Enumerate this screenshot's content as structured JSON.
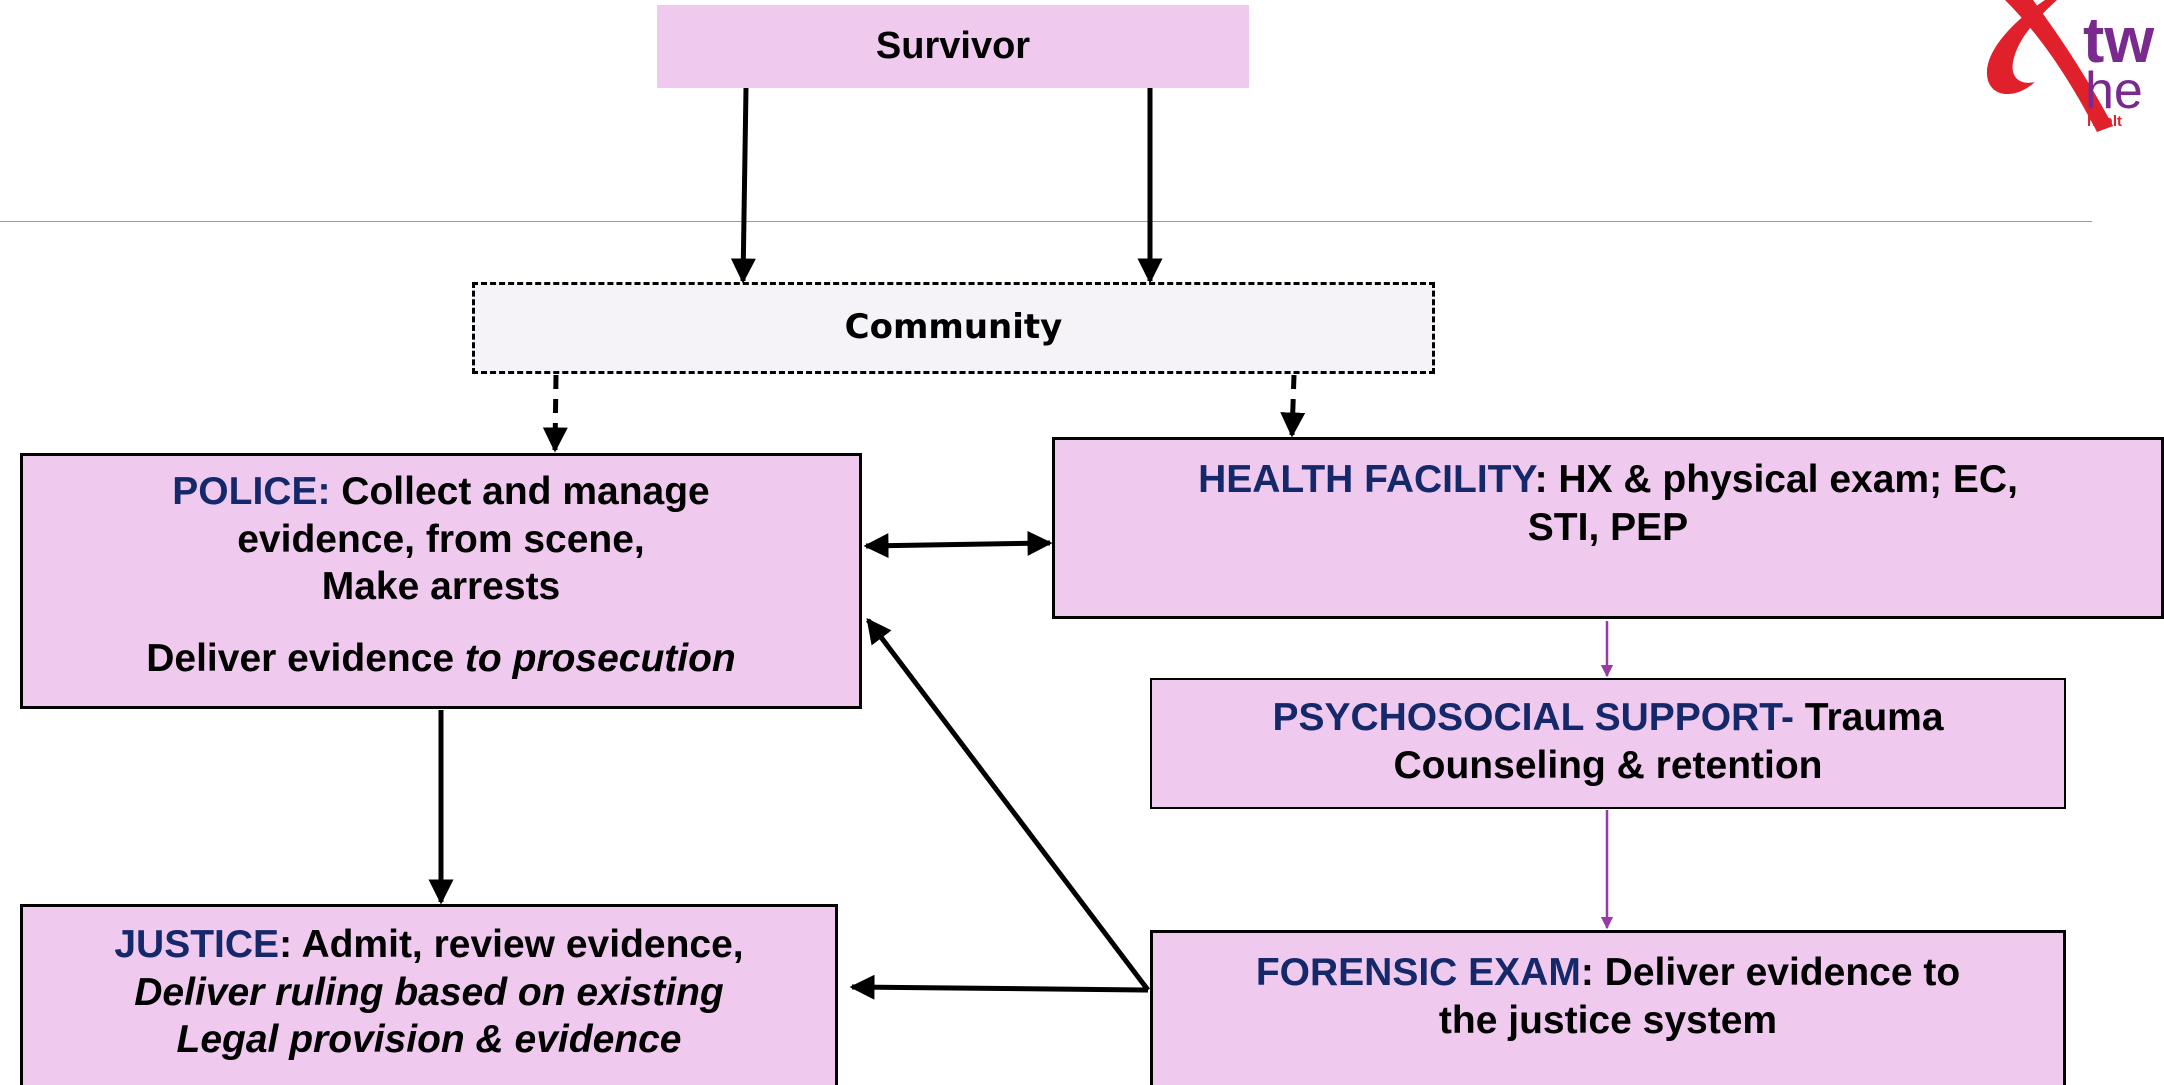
{
  "nodes": {
    "survivor": {
      "label": "Survivor"
    },
    "community": {
      "label": "Community"
    },
    "police": {
      "keyword": "POLICE:",
      "line1": " Collect and manage",
      "line2": "evidence,   from scene,",
      "line3": "Make arrests",
      "line4_plain": "Deliver evidence ",
      "line4_italic": "to prosecution"
    },
    "health": {
      "keyword": "HEALTH FACILITY",
      "line1": ": HX  & physical exam; EC,",
      "line2": "STI, PEP"
    },
    "psycho": {
      "keyword": "PSYCHOSOCIAL SUPPORT-",
      "line1": " Trauma",
      "line2": "Counseling & retention"
    },
    "forensic": {
      "keyword": "FORENSIC EXAM",
      "line1": ": Deliver evidence to",
      "line2": "the justice system"
    },
    "justice": {
      "keyword": "JUSTICE",
      "line1": ": Admit, review evidence,",
      "line2_italic": "Deliver ruling based on existing",
      "line3_italic": "Legal provision & evidence"
    }
  },
  "colors": {
    "box_fill": "#efcaee",
    "community_fill": "#f5f3f8",
    "keyword": "#14286a",
    "purple_arrow": "#9a3aa6",
    "logo_red": "#e0202a",
    "logo_purple": "#7a2a8e"
  },
  "logo": {
    "line1": "tw",
    "line2": "he",
    "line3": "healt"
  }
}
